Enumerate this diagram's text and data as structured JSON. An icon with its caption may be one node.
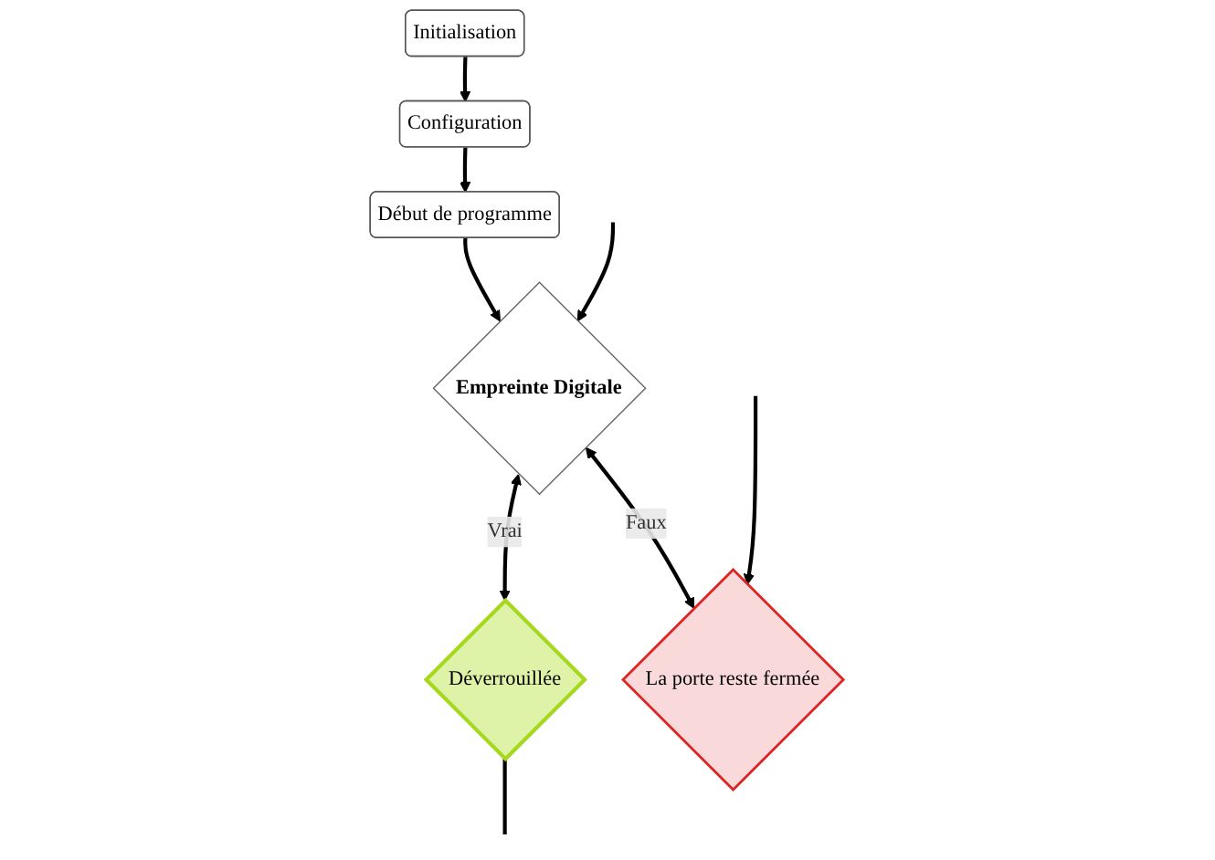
{
  "diagram": {
    "nodes": [
      {
        "text": [
          "Initialisation"
        ]
      },
      {
        "text": [
          "Configuration"
        ]
      },
      {
        "text": [
          "Début de programme"
        ]
      },
      {
        "text": [
          "Empreinte Digitale"
        ]
      },
      {
        "text": [
          "Déverrouillée"
        ]
      },
      {
        "text": [
          "La porte reste fermée"
        ]
      }
    ],
    "edges": [
      {
        "from": 0,
        "to": 1,
        "arrow": "to"
      },
      {
        "from": 1,
        "to": 2,
        "arrow": "to"
      },
      {
        "from": 2,
        "to": 3,
        "arrow": "to"
      },
      {
        "from": 3,
        "to": 4,
        "label": "Vrai",
        "arrow": "both"
      },
      {
        "from": 3,
        "to": 5,
        "label": "Faux",
        "arrow": "both"
      },
      {
        "from": null,
        "to": 3,
        "arrow": "to"
      },
      {
        "from": 4,
        "to": null,
        "arrow": "none"
      },
      {
        "from": null,
        "to": 5,
        "arrow": "to"
      }
    ]
  }
}
